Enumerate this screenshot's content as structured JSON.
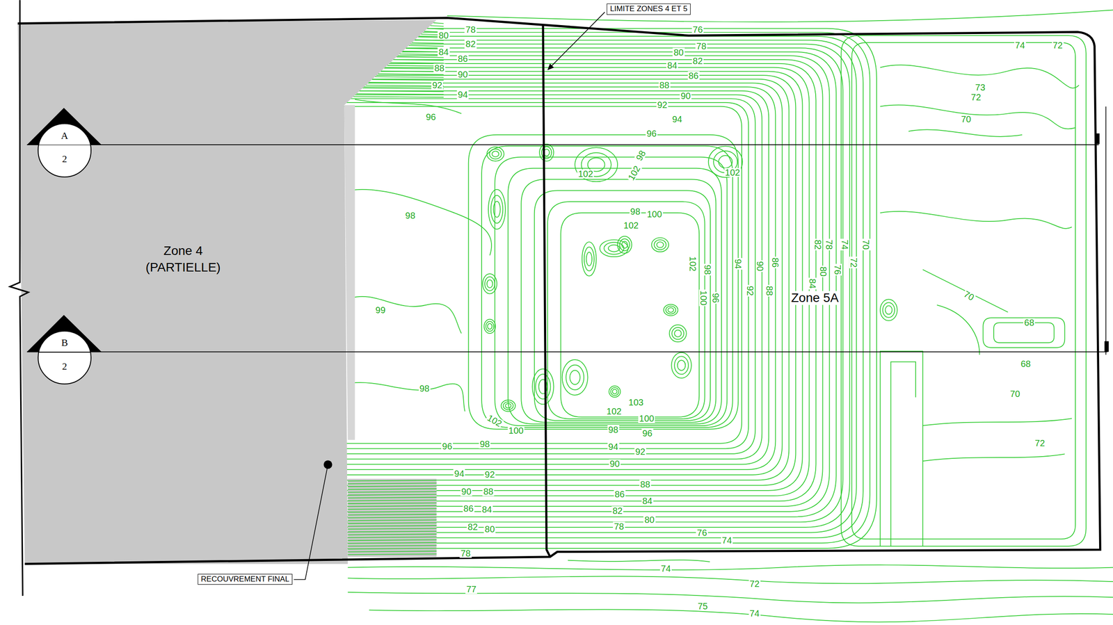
{
  "diagram": {
    "nodes": [
      {
        "text": [
          "LIMITE ZONES 4 ET 5"
        ]
      },
      {
        "text": [
          "Zone 4",
          "(PARTIELLE)"
        ]
      },
      {
        "text": [
          "A",
          "2"
        ],
        "in": 1
      },
      {
        "text": [
          "B",
          "2"
        ],
        "in": 1
      },
      {
        "text": [
          "Zone 5A"
        ]
      },
      {
        "text": [
          "RECOUVREMENT FINAL"
        ]
      }
    ],
    "labels": [
      "80",
      "78",
      "82",
      "84",
      "86",
      "88",
      "90",
      "92",
      "94",
      "96",
      "76",
      "78",
      "80",
      "82",
      "84",
      "86",
      "88",
      "90",
      "92",
      "94",
      "96",
      "74",
      "72",
      "73",
      "72",
      "70",
      "102",
      "98",
      "102",
      "102",
      "98",
      "98",
      "100",
      "102",
      "102",
      "98",
      "100",
      "96",
      "94",
      "90",
      "86",
      "92",
      "88",
      "82",
      "78",
      "74",
      "70",
      "84",
      "80",
      "76",
      "72",
      "99",
      "70",
      "68",
      "68",
      "98",
      "70",
      "102",
      "100",
      "102",
      "103",
      "100",
      "98",
      "96",
      "72",
      "96",
      "98",
      "94",
      "92",
      "90",
      "94",
      "92",
      "88",
      "90",
      "88",
      "86",
      "84",
      "86",
      "84",
      "82",
      "80",
      "78",
      "82",
      "80",
      "76",
      "74",
      "78",
      "74",
      "77",
      "72",
      "75",
      "74"
    ]
  }
}
